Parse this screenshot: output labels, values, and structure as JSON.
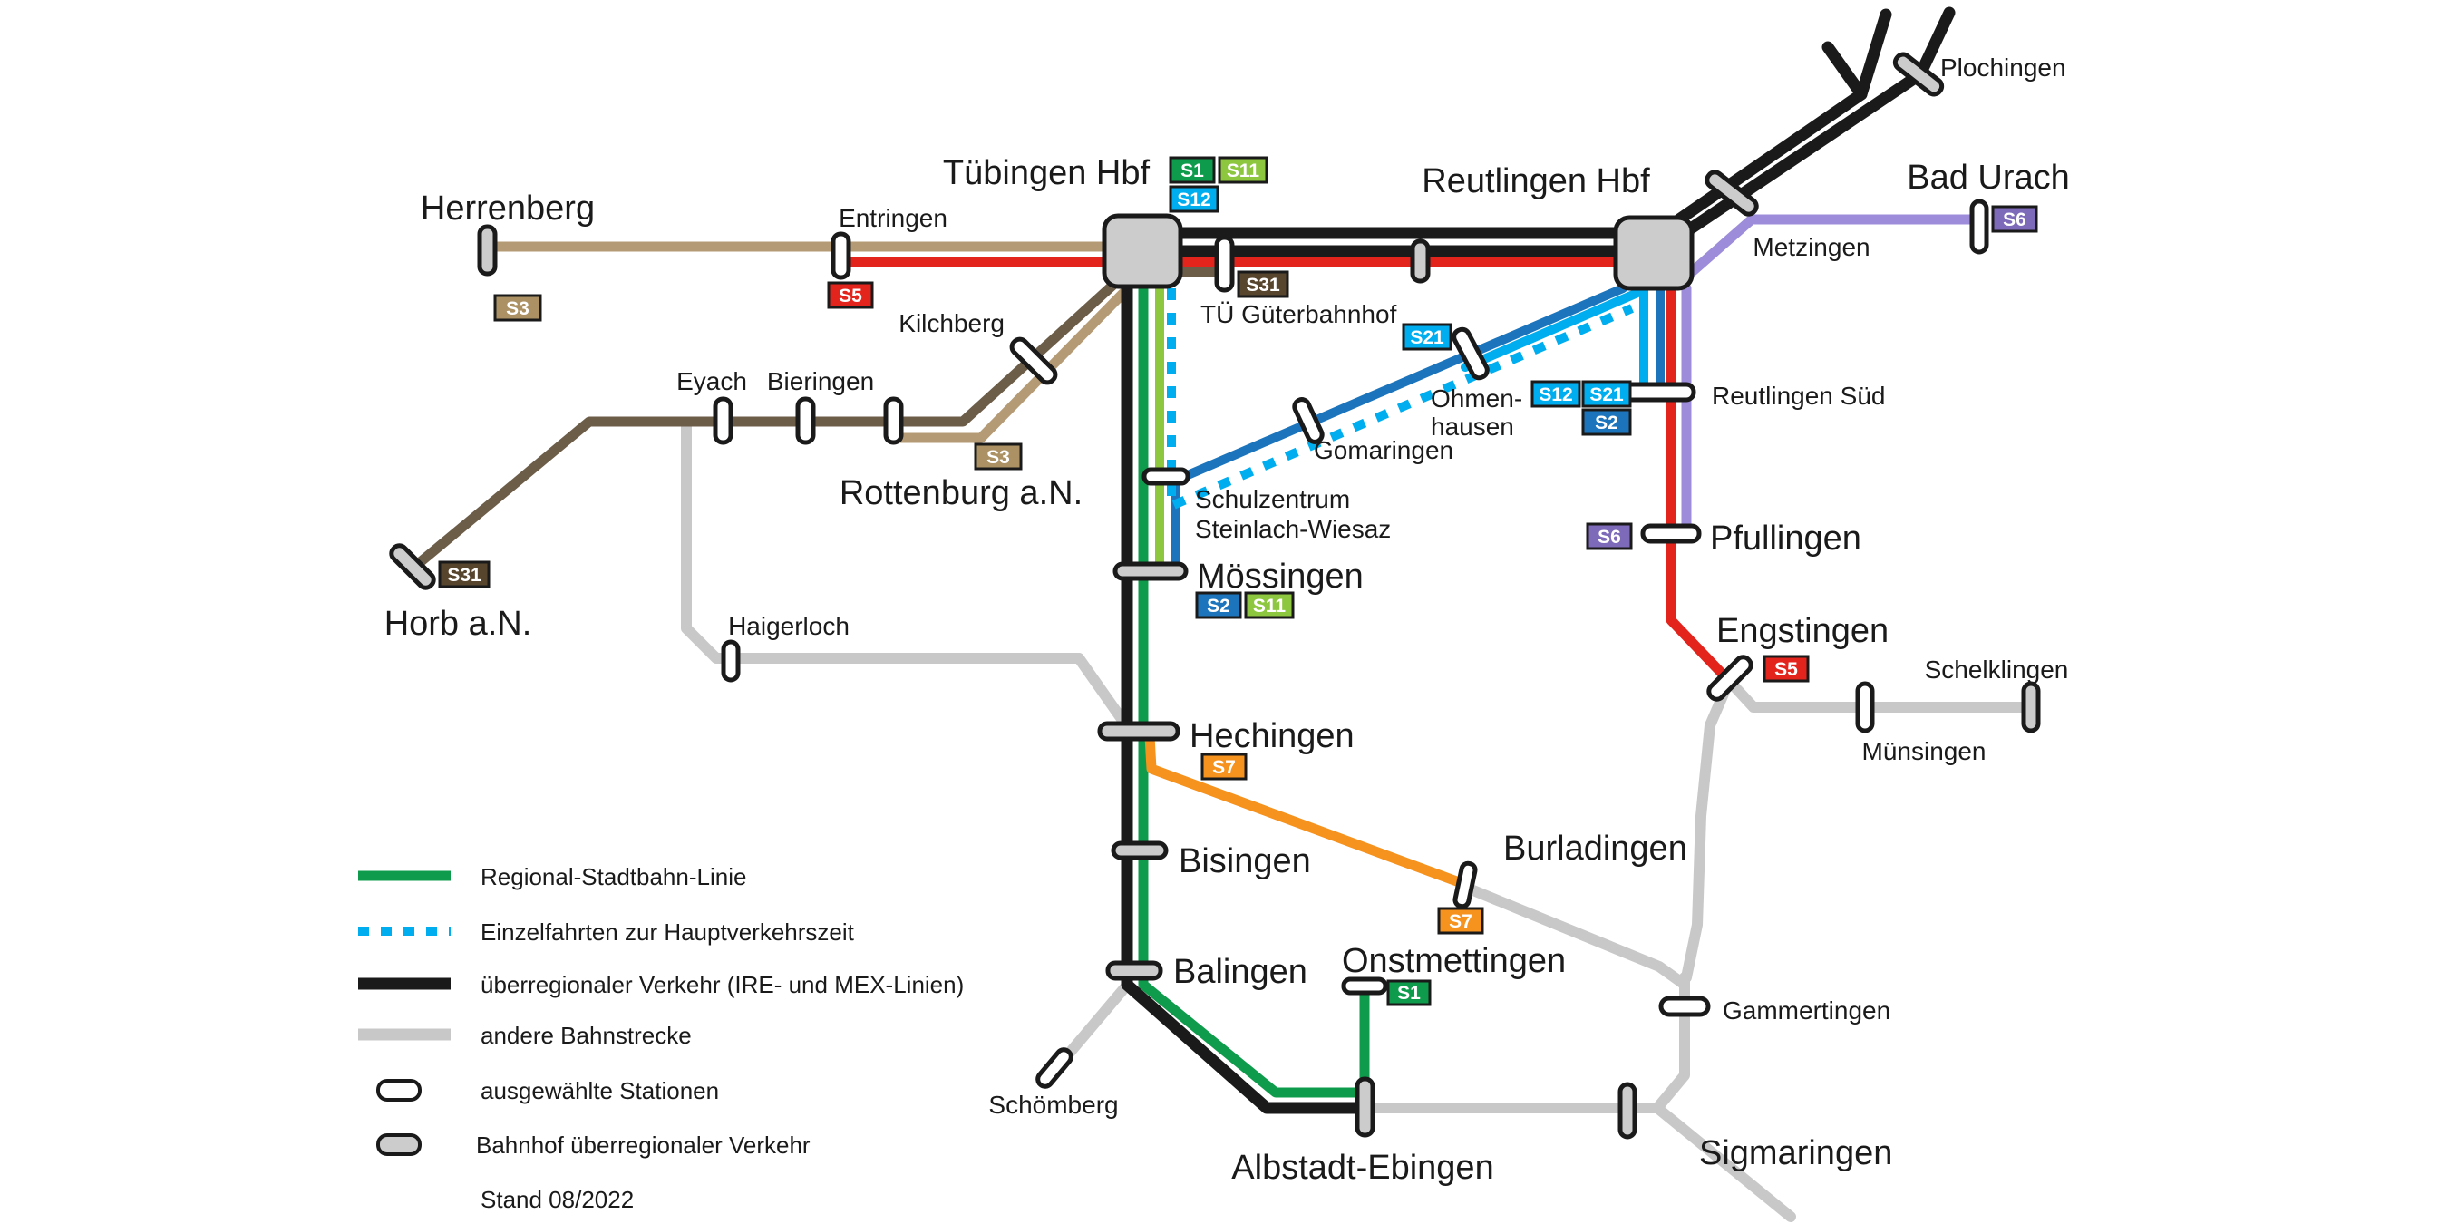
{
  "colors": {
    "black": "#1a1a1a",
    "red": "#e3241d",
    "green": "#0f9b4c",
    "light_green": "#8dc63f",
    "cyan": "#00aeef",
    "blue": "#1c75bc",
    "purple": "#9c8cd9",
    "purple_badge": "#7d6ab8",
    "orange": "#f6921e",
    "tan": "#b59b75",
    "tan_badge": "#ab9164",
    "brown": "#6c5d49",
    "brown_badge": "#57452e",
    "grey": "#c8c8c8",
    "station_grey": "#cccccc"
  },
  "badges": {
    "s1": "S1",
    "s2": "S2",
    "s3": "S3",
    "s5": "S5",
    "s6": "S6",
    "s7": "S7",
    "s11": "S11",
    "s12": "S12",
    "s21": "S21",
    "s31": "S31"
  },
  "stations": {
    "herrenberg": {
      "label": "Herrenberg"
    },
    "entringen": {
      "label": "Entringen"
    },
    "tuebingen_hbf": {
      "label": "Tübingen Hbf"
    },
    "tue_gueterbahnhof": {
      "label": "TÜ Güterbahnhof"
    },
    "reutlingen_hbf": {
      "label": "Reutlingen Hbf"
    },
    "metzingen": {
      "label": "Metzingen"
    },
    "plochingen": {
      "label": "Plochingen"
    },
    "bad_urach": {
      "label": "Bad Urach"
    },
    "kilchberg": {
      "label": "Kilchberg"
    },
    "eyach": {
      "label": "Eyach"
    },
    "bieringen": {
      "label": "Bieringen"
    },
    "rottenburg": {
      "label": "Rottenburg a.N."
    },
    "horb": {
      "label": "Horb a.N."
    },
    "haigerloch": {
      "label": "Haigerloch"
    },
    "gomaringen": {
      "label": "Gomaringen"
    },
    "ohmenhausen": {
      "line1": "Ohmen-",
      "line2": "hausen"
    },
    "schulzentrum": {
      "line1": "Schulzentrum",
      "line2": "Steinlach-Wiesaz"
    },
    "reutlingen_sued": {
      "label": "Reutlingen Süd"
    },
    "pfullingen": {
      "label": "Pfullingen"
    },
    "moessingen": {
      "label": "Mössingen"
    },
    "engstingen": {
      "label": "Engstingen"
    },
    "schelklingen": {
      "label": "Schelklingen"
    },
    "muensingen": {
      "label": "Münsingen"
    },
    "hechingen": {
      "label": "Hechingen"
    },
    "bisingen": {
      "label": "Bisingen"
    },
    "burladingen": {
      "label": "Burladingen"
    },
    "balingen": {
      "label": "Balingen"
    },
    "onstmettingen": {
      "label": "Onstmettingen"
    },
    "schoemberg": {
      "label": "Schömberg"
    },
    "albstadt_ebingen": {
      "label": "Albstadt-Ebingen"
    },
    "gammertingen": {
      "label": "Gammertingen"
    },
    "sigmaringen": {
      "label": "Sigmaringen"
    }
  },
  "legend": {
    "items": [
      {
        "id": "rsb-line",
        "label": "Regional-Stadtbahn-Linie"
      },
      {
        "id": "einzelfahrten",
        "label": "Einzelfahrten zur Hauptverkehrszeit"
      },
      {
        "id": "ire-mex",
        "label": "überregionaler Verkehr (IRE- und MEX-Linien)"
      },
      {
        "id": "andere",
        "label": "andere Bahnstrecke"
      },
      {
        "id": "stationen",
        "label": "ausgewählte Stationen"
      },
      {
        "id": "bahnhof-ueberregional",
        "label": "Bahnhof überregionaler Verkehr"
      }
    ],
    "note": "Stand 08/2022"
  }
}
